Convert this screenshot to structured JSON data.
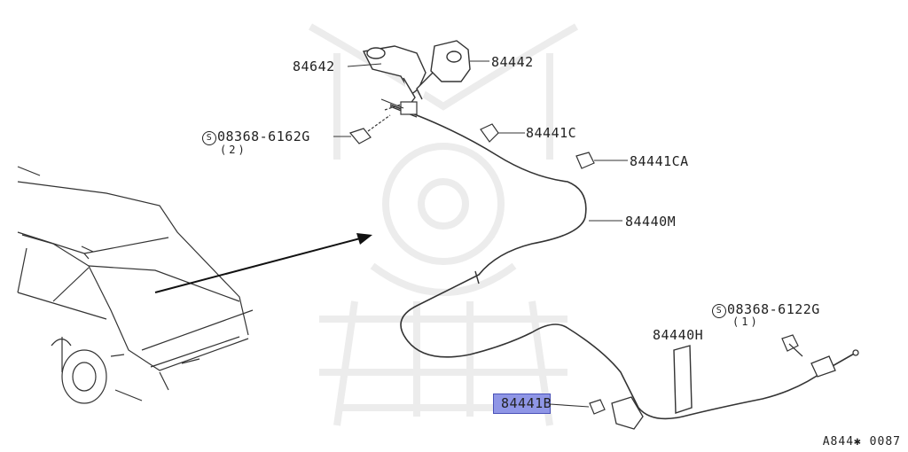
{
  "parts": {
    "bracket_left": "84642",
    "bracket_right": "84442",
    "bolt_upper": "08368-6162G",
    "bolt_upper_qty": "(2)",
    "clip_c": "84441C",
    "clip_ca": "84441CA",
    "cable": "84440M",
    "bolt_lower": "08368-6122G",
    "bolt_lower_qty": "(1)",
    "grommet": "84440H",
    "clip_b": "84441B"
  },
  "symbols": {
    "screw_symbol": "S"
  },
  "highlight_color": "#8f96e6",
  "reference_code": "A844✱ 0087"
}
